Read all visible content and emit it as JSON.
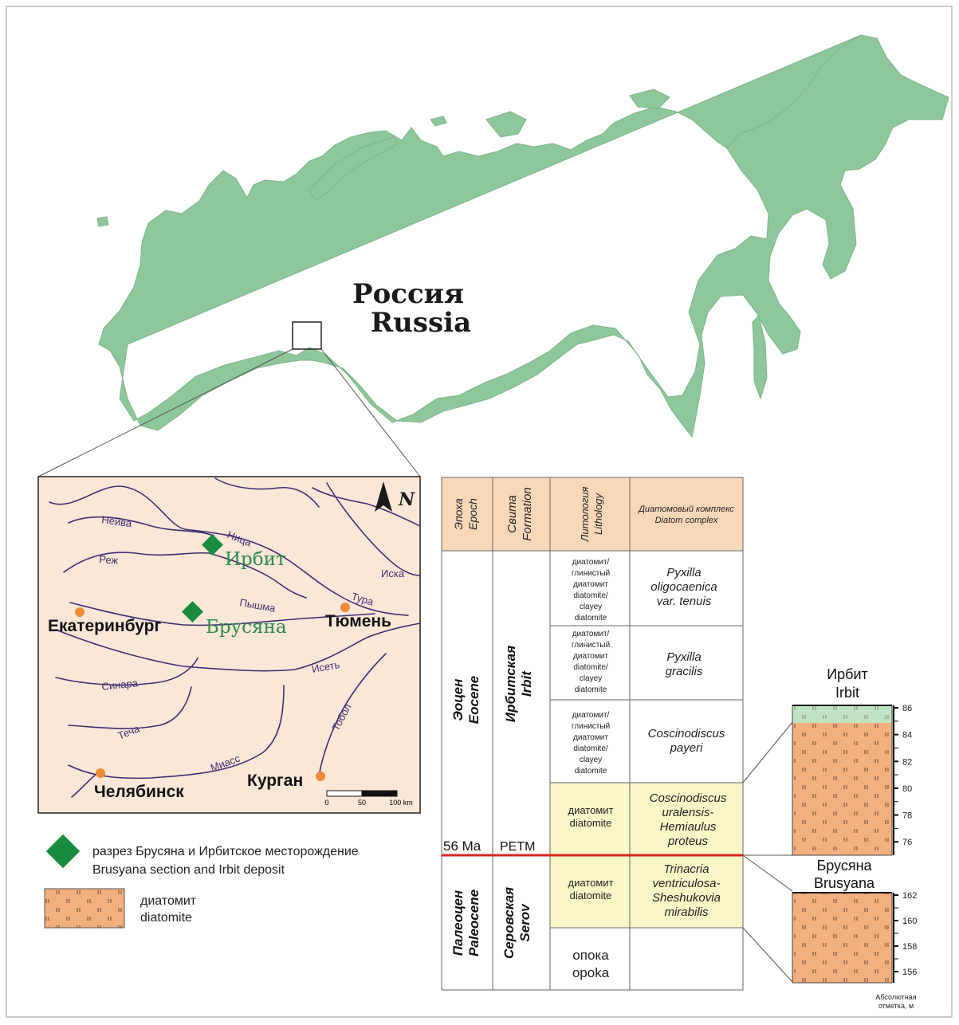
{
  "colors": {
    "land": "#8dc79b",
    "inset_bg": "#fbe7d7",
    "river": "#3f2f73",
    "city": "#ee8a37",
    "site": "#1a8c3f",
    "site_label": "#2c8a4a",
    "header_fill": "#f9d8b9",
    "diatomite_cell": "#fbf6c8",
    "column_fill": "#f3b07f",
    "column_top": "#bfe3c3",
    "boundary": "#d9251c"
  },
  "main_map": {
    "label_ru": "Россия",
    "label_en": "Russia"
  },
  "inset": {
    "north": "N",
    "rivers": [
      "Нейва",
      "Реж",
      "Ница",
      "Иска",
      "Тура",
      "Пышма",
      "Исеть",
      "Синара",
      "Теча",
      "Миасс",
      "Тобол"
    ],
    "cities": [
      "Екатеринбург",
      "Тюмень",
      "Челябинск",
      "Курган"
    ],
    "sites": [
      "Ирбит",
      "Брусяна"
    ],
    "scale": {
      "ticks": [
        "0",
        "50",
        "100 km"
      ]
    }
  },
  "legend": {
    "site_ru": "разрез Брусяна и Ирбитское месторождение",
    "site_en": "Brusyana section and Irbit deposit",
    "diatomite_ru": "диатомит",
    "diatomite_en": "diatomite"
  },
  "table": {
    "headers": [
      {
        "ru": "Эпоха",
        "en": "Epoch"
      },
      {
        "ru": "Свита",
        "en": "Formation"
      },
      {
        "ru": "Литология",
        "en": "Lithology"
      },
      {
        "ru": "Диатомовый комплекс",
        "en": "Diatom complex"
      }
    ],
    "epochs": [
      {
        "ru": "Эоцен",
        "en": "Eocene"
      },
      {
        "ru": "Палеоцен",
        "en": "Paleocene"
      }
    ],
    "formations": [
      {
        "ru": "Ирбитская",
        "en": "Irbit"
      },
      {
        "ru": "Серовская",
        "en": "Serov"
      }
    ],
    "rows": [
      {
        "lith": [
          "диатомит/",
          "глинистый",
          "диатомит",
          "diatomite/",
          "clayey",
          "diatomite"
        ],
        "diatom": [
          "Pyxilla",
          "oligocaenica",
          "var. tenuis"
        ]
      },
      {
        "lith": [
          "диатомит/",
          "глинистый",
          "диатомит",
          "diatomite/",
          "clayey",
          "diatomite"
        ],
        "diatom": [
          "Pyxilla",
          "gracilis"
        ]
      },
      {
        "lith": [
          "диатомит/",
          "глинистый",
          "диатомит",
          "diatomite/",
          "clayey",
          "diatomite"
        ],
        "diatom": [
          "Coscinodiscus",
          "payeri"
        ]
      },
      {
        "lith": [
          "диатомит",
          "diatomite"
        ],
        "diatom": [
          "Coscinodiscus",
          "uralensis-",
          "Hemiaulus",
          "proteus"
        ]
      },
      {
        "lith": [
          "диатомит",
          "diatomite"
        ],
        "diatom": [
          "Trinacria",
          "ventriculosa-",
          "Sheshukovia",
          "mirabilis"
        ]
      },
      {
        "lith": [
          "опока",
          "opoka"
        ],
        "diatom": []
      }
    ],
    "boundary_age": "56 Ma",
    "boundary_event": "PETM"
  },
  "columns": {
    "irbit": {
      "ru": "Ирбит",
      "en": "Irbit",
      "ticks": [
        "86",
        "84",
        "82",
        "80",
        "78",
        "76"
      ]
    },
    "brusyana": {
      "ru": "Брусяна",
      "en": "Brusyana",
      "ticks": [
        "162",
        "160",
        "158",
        "156"
      ]
    },
    "axis_label": [
      "Абсолютная",
      "отметка, м"
    ]
  }
}
